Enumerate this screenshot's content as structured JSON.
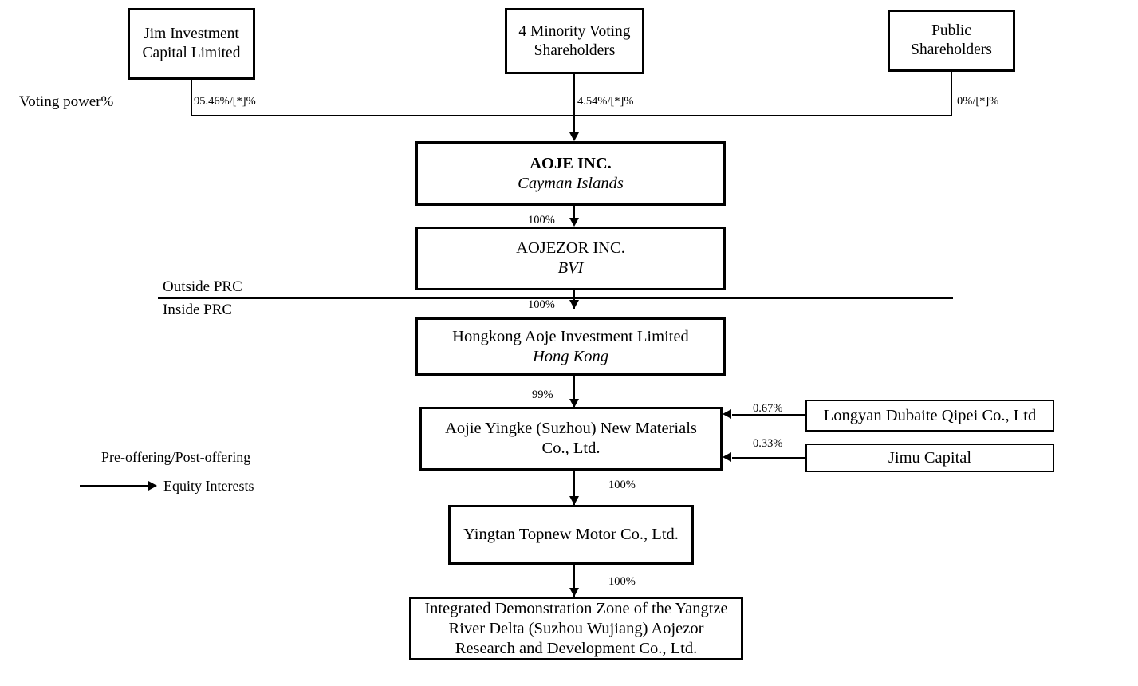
{
  "diagram": {
    "title": "Corporate structure chart",
    "line_color": "#000000",
    "background": "#ffffff"
  },
  "shareholder_boxes": [
    {
      "id": "jim-investment",
      "line1": "Jim Investment",
      "line2": "Capital Limited"
    },
    {
      "id": "minority-voting",
      "line1": "4 Minority Voting",
      "line2": "Shareholders"
    },
    {
      "id": "public-shareholders",
      "line1": "Public",
      "line2": "Shareholders"
    }
  ],
  "voting_power": {
    "row_label": "Voting power%",
    "jim_pct": "95.46%/[*]%",
    "minority_pct": "4.54%/[*]%",
    "public_pct": "0%/[*]%"
  },
  "entities": {
    "aoje": {
      "name": "AOJE INC.",
      "jurisdiction": "Cayman Islands"
    },
    "aojezor": {
      "name": "AOJEZOR INC.",
      "jurisdiction": "BVI"
    },
    "hongkong_aoje": {
      "name": "Hongkong Aoje Investment Limited",
      "jurisdiction": "Hong Kong"
    },
    "aojie_yingke": {
      "line1": "Aojie Yingke (Suzhou) New Materials",
      "line2": "Co., Ltd."
    },
    "yingtan_topnew": {
      "name": "Yingtan Topnew Motor Co., Ltd."
    },
    "idz_yangtze": {
      "line1": "Integrated Demonstration Zone of the Yangtze",
      "line2": "River Delta (Suzhou Wujiang) Aojezor",
      "line3": "Research and Development Co., Ltd."
    },
    "longyan_dubaite": {
      "name": "Longyan Dubaite Qipei Co., Ltd"
    },
    "jimu_capital": {
      "name": "Jimu Capital"
    }
  },
  "ownership_percentages": {
    "aoje_to_aojezor": "100%",
    "aojezor_to_hk": "100%",
    "hk_to_yingke": "99%",
    "longyan_to_yingke": "0.67%",
    "jimu_to_yingke": "0.33%",
    "yingke_to_yingtan": "100%",
    "yingtan_to_idz": "100%"
  },
  "prc_divider": {
    "outside_label": "Outside PRC",
    "inside_label": "Inside PRC"
  },
  "legend": {
    "heading": "Pre-offering/Post-offering",
    "arrow_label": "Equity Interests"
  }
}
